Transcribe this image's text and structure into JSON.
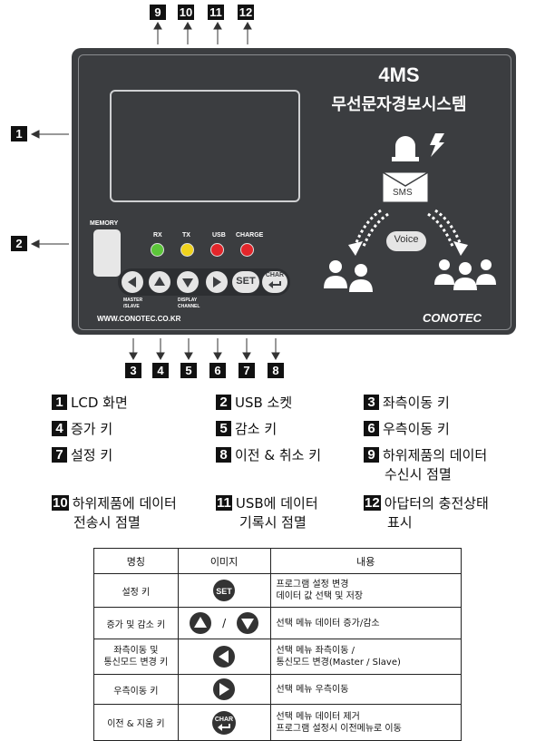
{
  "top_numbers": [
    "9",
    "10",
    "11",
    "12"
  ],
  "left_numbers": [
    "1",
    "2"
  ],
  "bottom_numbers": [
    "3",
    "4",
    "5",
    "6",
    "7",
    "8"
  ],
  "device": {
    "model": "4MS",
    "name": "무선문자경보시스템",
    "memory_label": "MEMORY",
    "leds": [
      {
        "label": "RX",
        "color": "#5cc63a"
      },
      {
        "label": "TX",
        "color": "#f0d21c"
      },
      {
        "label": "USB",
        "color": "#e3262b"
      },
      {
        "label": "CHARGE",
        "color": "#e3262b"
      }
    ],
    "set_label": "SET",
    "char_label": "CHAR",
    "master_label_1": "MASTER",
    "master_label_2": "/SLAVE",
    "display_label_1": "DISPLAY",
    "display_label_2": "CHANNEL",
    "sms_label": "SMS",
    "voice_label": "Voice",
    "url": "WWW.CONOTEC.CO.KR",
    "brand": "CONOTEC"
  },
  "legend": [
    {
      "num": "1",
      "text": "LCD 화면"
    },
    {
      "num": "2",
      "text": "USB 소켓"
    },
    {
      "num": "3",
      "text": "좌측이동 키"
    },
    {
      "num": "4",
      "text": "증가 키"
    },
    {
      "num": "5",
      "text": "감소 키"
    },
    {
      "num": "6",
      "text": "우측이동 키"
    },
    {
      "num": "7",
      "text": "설정 키"
    },
    {
      "num": "8",
      "text": "이전 & 취소 키"
    },
    {
      "num": "9",
      "text": "하위제품의 데이터",
      "text2": "수신시 점멸"
    },
    {
      "num": "10",
      "text": "하위제품에 데이터",
      "text2": "전송시 점멸"
    },
    {
      "num": "11",
      "text": "USB에 데이터",
      "text2": "기록시 점멸"
    },
    {
      "num": "12",
      "text": "아답터의 충전상태",
      "text2": "표시"
    }
  ],
  "table": {
    "headers": [
      "명칭",
      "이미지",
      "내용"
    ],
    "rows": [
      {
        "name": "설정 키",
        "icon": "set-key-icon",
        "line1": "프로그램 설정 변경",
        "line2": "데이터 값 선택 및 저장"
      },
      {
        "name": "증가 및 감소 키",
        "icon": "up-down-key-icon",
        "separator": "/",
        "line1": "선택 메뉴 데이터 증가/감소",
        "line2": ""
      },
      {
        "name": "좌측이동 및",
        "name2": "통신모드 변경 키",
        "icon": "left-key-icon",
        "line1": "선택 메뉴 좌측이동 /",
        "line2": "통신모드 변경(Master / Slave)"
      },
      {
        "name": "우측이동 키",
        "icon": "right-key-icon",
        "line1": "선택 메뉴 우측이동",
        "line2": ""
      },
      {
        "name": "이전 & 지움 키",
        "icon": "char-key-icon",
        "line1": "선택 메뉴 데이터 제거",
        "line2": "프로그램 설정시 이전메뉴로 이동"
      }
    ]
  }
}
